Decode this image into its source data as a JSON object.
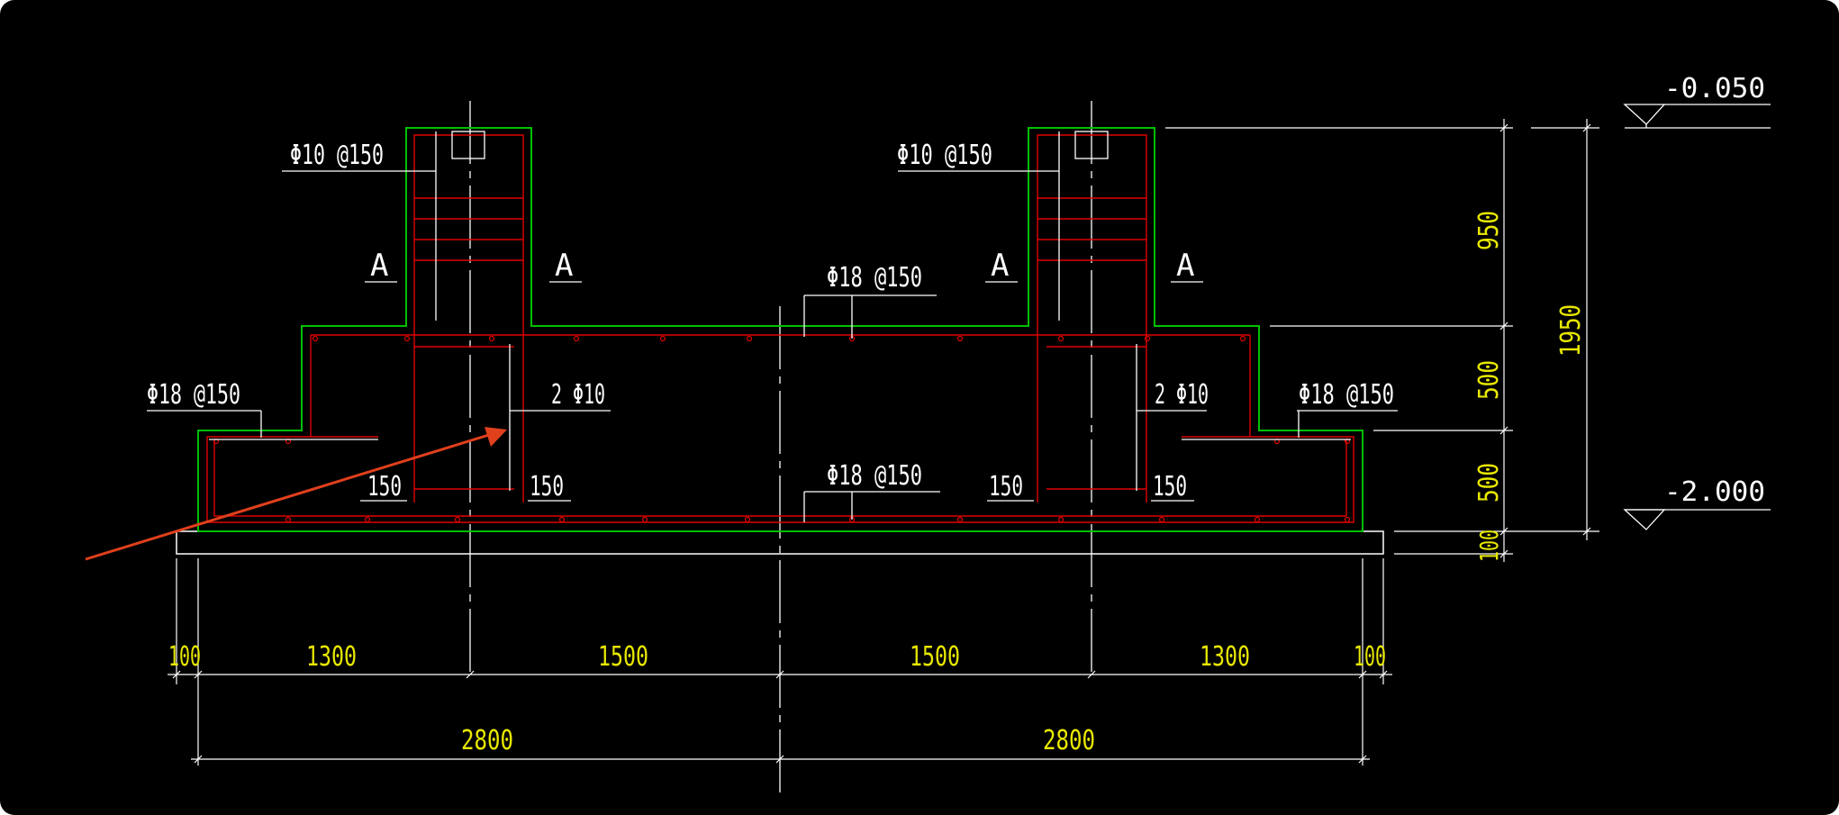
{
  "drawing": {
    "labels": {
      "col_left_stirrup": "Φ10 @150",
      "col_right_stirrup": "Φ10 @150",
      "top_bar_center": "Φ18 @150",
      "bottom_bar_center": "Φ18 @150",
      "left_step_bar": "Φ18 @150",
      "right_step_bar": "Φ18 @150",
      "left_waist": "2 Φ10",
      "right_waist": "2 Φ10",
      "section_a1": "A",
      "section_a2": "A",
      "section_a3": "A",
      "section_a4": "A",
      "cover_1": "150",
      "cover_2": "150",
      "cover_3": "150",
      "cover_4": "150"
    },
    "elevations": {
      "top": "-0.050",
      "bottom": "-2.000"
    },
    "dims_horizontal": [
      "100",
      "1300",
      "1500",
      "1500",
      "1300",
      "100"
    ],
    "dims_total": [
      "2800",
      "2800"
    ],
    "dims_vertical": {
      "col": "950",
      "upper": "500",
      "lower": "500",
      "cushion": "100",
      "total": "1950"
    },
    "colors": {
      "background": "#000000",
      "concrete_outline": "#00c000",
      "rebar": "#e00000",
      "lines": "#ffffff",
      "dimension_text": "#e8e800",
      "annotation_arrow": "#e0401c"
    }
  }
}
